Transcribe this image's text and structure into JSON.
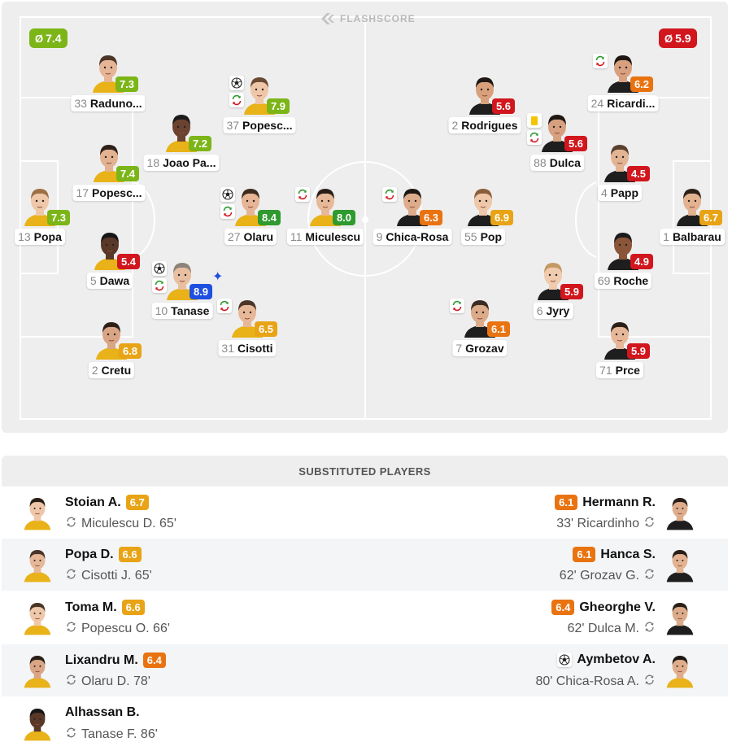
{
  "brand": "FLASHSCORE",
  "colors": {
    "green": "#2f9a2f",
    "light_green": "#7cb518",
    "yellow": "#e8a416",
    "orange": "#ea7311",
    "red": "#d1161e",
    "blue": "#1f4fe0"
  },
  "home_avg": {
    "symbol": "Ø",
    "value": "7.4",
    "color": "#7cb518"
  },
  "away_avg": {
    "symbol": "Ø",
    "value": "5.9",
    "color": "#d1161e"
  },
  "players": [
    {
      "num": "33",
      "name": "Raduno...",
      "rating": "7.3",
      "rc": "#7cb518",
      "icons": [],
      "shirt": "#e8b218",
      "skin": "#e6b595",
      "hair": "#4a3526"
    },
    {
      "num": "37",
      "name": "Popesc...",
      "rating": "7.9",
      "rc": "#7cb518",
      "icons": [
        "ball",
        "sub"
      ],
      "shirt": "#e8b218",
      "skin": "#efc6a8",
      "hair": "#6a4a35"
    },
    {
      "num": "18",
      "name": "Joao Pa...",
      "rating": "7.2",
      "rc": "#7cb518",
      "icons": [],
      "shirt": "#e8b218",
      "skin": "#6b4330",
      "hair": "#1b1b1b"
    },
    {
      "num": "17",
      "name": "Popesc...",
      "rating": "7.4",
      "rc": "#7cb518",
      "icons": [],
      "shirt": "#e8b218",
      "skin": "#e3b291",
      "hair": "#2d2019"
    },
    {
      "num": "13",
      "name": "Popa",
      "rating": "7.3",
      "rc": "#7cb518",
      "icons": [],
      "shirt": "#e8b218",
      "skin": "#efc8a9",
      "hair": "#9c6f45"
    },
    {
      "num": "27",
      "name": "Olaru",
      "rating": "8.4",
      "rc": "#2f9a2f",
      "icons": [
        "ball",
        "sub"
      ],
      "shirt": "#e8b218",
      "skin": "#e7b595",
      "hair": "#3d2b20"
    },
    {
      "num": "11",
      "name": "Miculescu",
      "rating": "8.0",
      "rc": "#2f9a2f",
      "icons": [
        "sub"
      ],
      "shirt": "#e8b218",
      "skin": "#e8b998",
      "hair": "#2a1f18"
    },
    {
      "num": "5",
      "name": "Dawa",
      "rating": "5.4",
      "rc": "#d1161e",
      "icons": [],
      "shirt": "#e8b218",
      "skin": "#5a3828",
      "hair": "#161616"
    },
    {
      "num": "10",
      "name": "Tanase",
      "rating": "8.9",
      "rc": "#1f4fe0",
      "icons": [
        "ball",
        "sub"
      ],
      "star": "✦",
      "shirt": "#e8b218",
      "skin": "#e9bfa1",
      "hair": "#8c8478"
    },
    {
      "num": "31",
      "name": "Cisotti",
      "rating": "6.5",
      "rc": "#e8a416",
      "icons": [
        "sub"
      ],
      "shirt": "#e8b218",
      "skin": "#e7b898",
      "hair": "#4a3526"
    },
    {
      "num": "2",
      "name": "Cretu",
      "rating": "6.8",
      "rc": "#e8a416",
      "icons": [],
      "shirt": "#e8b218",
      "skin": "#d9a584",
      "hair": "#2d2019"
    },
    {
      "num": "2",
      "name": "Rodrigues",
      "rating": "5.6",
      "rc": "#d1161e",
      "icons": [],
      "shirt": "#1e1e1e",
      "skin": "#d9a07c",
      "hair": "#1e1713"
    },
    {
      "num": "24",
      "name": "Ricardi...",
      "rating": "6.2",
      "rc": "#ea7311",
      "icons": [
        "sub"
      ],
      "shirt": "#1e1e1e",
      "skin": "#d8a07f",
      "hair": "#1e1713"
    },
    {
      "num": "88",
      "name": "Dulca",
      "rating": "5.6",
      "rc": "#d1161e",
      "icons": [
        "card",
        "sub"
      ],
      "shirt": "#1e1e1e",
      "skin": "#d7a181",
      "hair": "#1e1713"
    },
    {
      "num": "4",
      "name": "Papp",
      "rating": "4.5",
      "rc": "#d1161e",
      "icons": [],
      "shirt": "#1e1e1e",
      "skin": "#e3b493",
      "hair": "#5a4030"
    },
    {
      "num": "9",
      "name": "Chica-Rosa",
      "rating": "6.3",
      "rc": "#ea7311",
      "icons": [
        "sub"
      ],
      "shirt": "#1e1e1e",
      "skin": "#dfac8b",
      "hair": "#1e1713"
    },
    {
      "num": "55",
      "name": "Pop",
      "rating": "6.9",
      "rc": "#e8a416",
      "icons": [],
      "shirt": "#1e1e1e",
      "skin": "#efc8aa",
      "hair": "#8a5e3a"
    },
    {
      "num": "1",
      "name": "Balbarau",
      "rating": "6.7",
      "rc": "#e8a416",
      "icons": [],
      "shirt": "#1e1e1e",
      "skin": "#e3b291",
      "hair": "#2d2019"
    },
    {
      "num": "69",
      "name": "Roche",
      "rating": "4.9",
      "rc": "#d1161e",
      "icons": [],
      "shirt": "#1e1e1e",
      "skin": "#8a5538",
      "hair": "#1b1b1b"
    },
    {
      "num": "6",
      "name": "Jyry",
      "rating": "5.9",
      "rc": "#d1161e",
      "icons": [],
      "shirt": "#1e1e1e",
      "skin": "#f0cbae",
      "hair": "#c49a62"
    },
    {
      "num": "7",
      "name": "Grozav",
      "rating": "6.1",
      "rc": "#ea7311",
      "icons": [
        "sub"
      ],
      "shirt": "#1e1e1e",
      "skin": "#dcab8a",
      "hair": "#3a2c22"
    },
    {
      "num": "71",
      "name": "Prce",
      "rating": "5.9",
      "rc": "#d1161e",
      "icons": [],
      "shirt": "#1e1e1e",
      "skin": "#e6b798",
      "hair": "#2a1f18"
    }
  ],
  "subs_title": "SUBSTITUTED PLAYERS",
  "subs": [
    {
      "left": {
        "name": "Stoian A.",
        "rating": "6.7",
        "rc": "#e8a416",
        "out": "Miculescu D. 65'",
        "skin": "#efc6a8",
        "hair": "#2a1f18",
        "shirt": "#e8b218"
      },
      "right": {
        "name": "Hermann R.",
        "rating": "6.1",
        "rc": "#ea7311",
        "out": "33' Ricardinho",
        "skin": "#e0ad8c",
        "hair": "#2a1f18",
        "shirt": "#1e1e1e"
      }
    },
    {
      "left": {
        "name": "Popa D.",
        "rating": "6.6",
        "rc": "#e8a416",
        "out": "Cisotti J. 65'",
        "skin": "#e7b898",
        "hair": "#4a3526",
        "shirt": "#e8b218"
      },
      "right": {
        "name": "Hanca S.",
        "rating": "6.1",
        "rc": "#ea7311",
        "out": "62' Grozav G.",
        "skin": "#e3b291",
        "hair": "#2a1f18",
        "shirt": "#1e1e1e"
      }
    },
    {
      "left": {
        "name": "Toma M.",
        "rating": "6.6",
        "rc": "#e8a416",
        "out": "Popescu O. 66'",
        "skin": "#efc8aa",
        "hair": "#4a3526",
        "shirt": "#e8b218"
      },
      "right": {
        "name": "Gheorghe V.",
        "rating": "6.4",
        "rc": "#ea7311",
        "out": "62' Dulca M.",
        "skin": "#dcab8a",
        "hair": "#2a1f18",
        "shirt": "#1e1e1e"
      }
    },
    {
      "left": {
        "name": "Lixandru M.",
        "rating": "6.4",
        "rc": "#ea7311",
        "out": "Olaru D. 78'",
        "skin": "#d9a584",
        "hair": "#2a1f18",
        "shirt": "#e8b218"
      },
      "right": {
        "name": "Aymbetov A.",
        "rating": "",
        "rc": "",
        "out": "80' Chica-Rosa A.",
        "skin": "#e0ad8c",
        "hair": "#1e1713",
        "shirt": "#e8b218",
        "icon": "ball"
      }
    },
    {
      "left": {
        "name": "Alhassan B.",
        "rating": "",
        "rc": "",
        "out": "Tanase F. 86'",
        "skin": "#5a3828",
        "hair": "#161616",
        "shirt": "#e8b218"
      }
    }
  ]
}
